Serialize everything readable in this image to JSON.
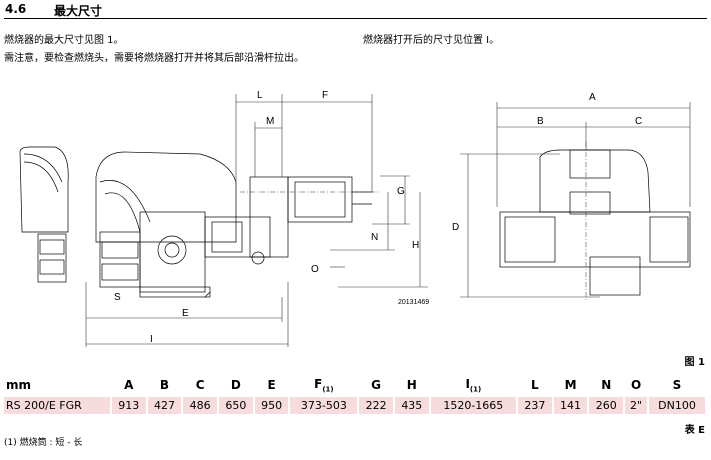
{
  "section": {
    "number": "4.6",
    "title": "最大尺寸"
  },
  "paragraphs": {
    "left_1": "燃烧器的最大尺寸见图 1。",
    "left_2": "需注意，要检查燃烧头，需要将燃烧器打开并将其后部沿滑杆拉出。",
    "right_1": "燃烧器打开后的尺寸见位置 I。"
  },
  "drawing": {
    "labels": {
      "A": "A",
      "B": "B",
      "C": "C",
      "D": "D",
      "E": "E",
      "F": "F",
      "G": "G",
      "H": "H",
      "I": "I",
      "L": "L",
      "M": "M",
      "N": "N",
      "O": "O",
      "S": "S"
    },
    "code": "20131469"
  },
  "figure_label": "图 1",
  "table": {
    "unit_header": "mm",
    "columns": [
      "A",
      "B",
      "C",
      "D",
      "E",
      "F",
      "G",
      "H",
      "I",
      "L",
      "M",
      "N",
      "O",
      "S"
    ],
    "footnote_marks": {
      "F": "(1)",
      "I": "(1)"
    },
    "row": {
      "model": "RS 200/E FGR",
      "values": [
        "913",
        "427",
        "486",
        "650",
        "950",
        "373-503",
        "222",
        "435",
        "1520-1665",
        "237",
        "141",
        "260",
        "2\"",
        "DN100"
      ]
    }
  },
  "table_label": "表 E",
  "footnote": "(1) 燃烧筒 : 短 - 长"
}
